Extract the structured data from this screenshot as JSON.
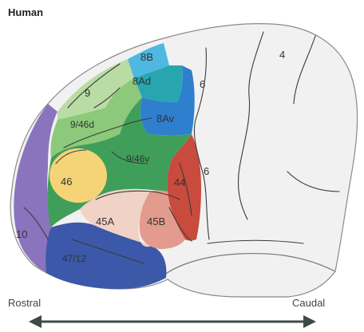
{
  "title": "Human",
  "areas": [
    {
      "id": "8B",
      "label": "8B",
      "color": "#4fb8e0"
    },
    {
      "id": "8Ad",
      "label": "8Ad",
      "color": "#27a6b0"
    },
    {
      "id": "9",
      "label": "9",
      "color": "#b9dca5"
    },
    {
      "id": "9/46d",
      "label": "9/46d",
      "color": "#8cc97a"
    },
    {
      "id": "8Av",
      "label": "8Av",
      "color": "#2f7fcf"
    },
    {
      "id": "9/46v",
      "label": "9/46v",
      "color": "#3f9f5a"
    },
    {
      "id": "46",
      "label": "46",
      "color": "#f5d477"
    },
    {
      "id": "44",
      "label": "44",
      "color": "#c84b3d"
    },
    {
      "id": "45A",
      "label": "45A",
      "color": "#f1d2c6"
    },
    {
      "id": "45B",
      "label": "45B",
      "color": "#e39b8d"
    },
    {
      "id": "10",
      "label": "10",
      "color": "#8a74bd"
    },
    {
      "id": "47/12",
      "label": "47/12",
      "color": "#3c58a8"
    },
    {
      "id": "6-upper",
      "label": "6",
      "color": "#f1f1f1"
    },
    {
      "id": "6-lower",
      "label": "6",
      "color": "#f1f1f1"
    },
    {
      "id": "4",
      "label": "4",
      "color": "#f1f1f1"
    }
  ],
  "axis": {
    "left_label": "Rostral",
    "right_label": "Caudal",
    "arrow_color": "#3c4b46"
  }
}
